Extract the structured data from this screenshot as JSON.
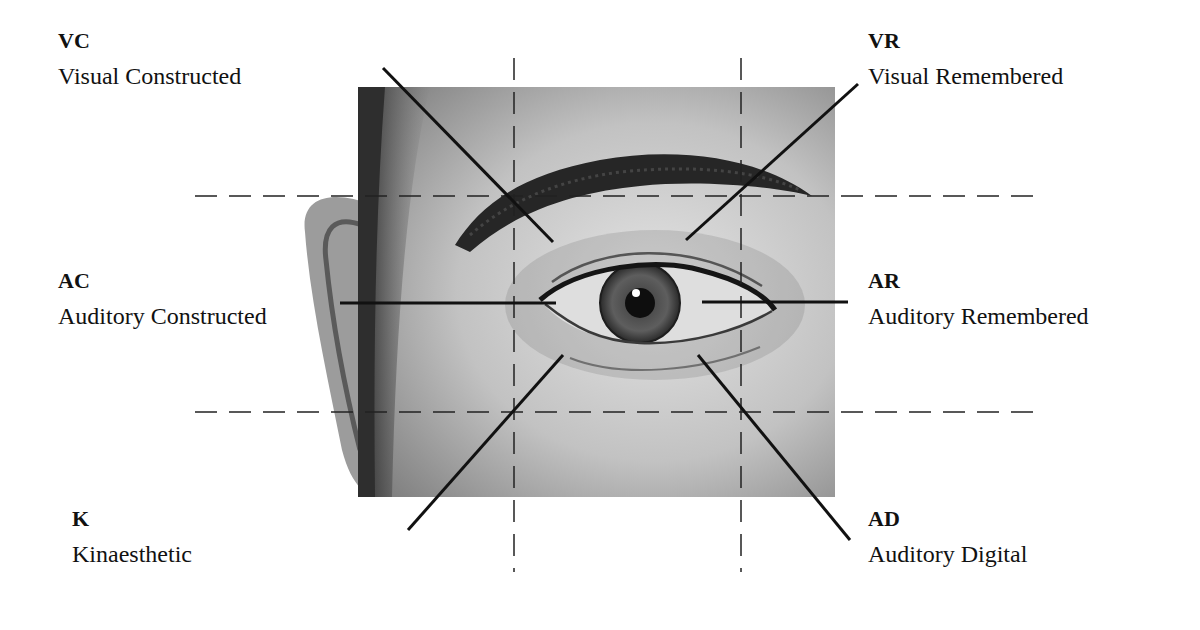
{
  "diagram": {
    "labels": [
      "VC",
      "Visual Constructed",
      "VR",
      "Visual Remembered",
      "AC",
      "Auditory Constructed",
      "AR",
      "Auditory Remembered",
      "K",
      "Kinaesthetic",
      "AD",
      "Auditory Digital"
    ]
  }
}
